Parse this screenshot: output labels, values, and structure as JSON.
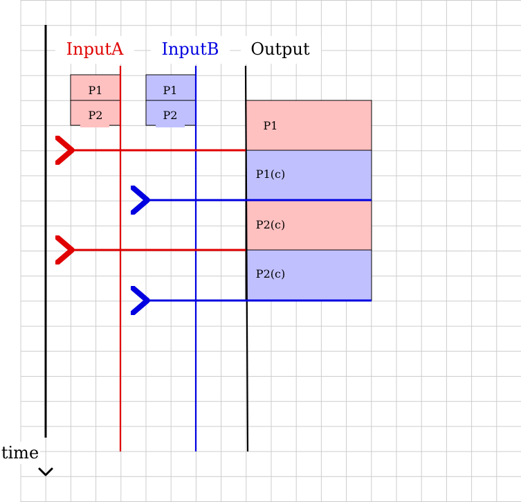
{
  "diagram": {
    "time_label": "time",
    "lanes": [
      {
        "id": "inputA",
        "label": "InputA",
        "color": "#e00000"
      },
      {
        "id": "inputB",
        "label": "InputB",
        "color": "#0000e0"
      },
      {
        "id": "output",
        "label": "Output",
        "color": "#000000"
      }
    ],
    "input_a_blocks": [
      "P1",
      "P2"
    ],
    "input_b_blocks": [
      "P1",
      "P2"
    ],
    "output_blocks": [
      {
        "label": "P1",
        "fill": "#ffc0c0"
      },
      {
        "label": "P1(c)",
        "fill": "#c0c0ff"
      },
      {
        "label": "P2(c)",
        "fill": "#ffc0c0"
      },
      {
        "label": "P2(c)",
        "fill": "#c0c0ff"
      }
    ],
    "arrows": [
      {
        "to": "inputA",
        "color": "#e00000"
      },
      {
        "to": "inputB",
        "color": "#0000e0"
      },
      {
        "to": "inputA",
        "color": "#e00000"
      },
      {
        "to": "inputB",
        "color": "#0000e0"
      }
    ],
    "colors": {
      "grid": "#cccccc",
      "red_fill": "#ffc0c0",
      "blue_fill": "#c0c0ff",
      "red": "#e00000",
      "blue": "#0000e0",
      "black": "#000000"
    }
  }
}
